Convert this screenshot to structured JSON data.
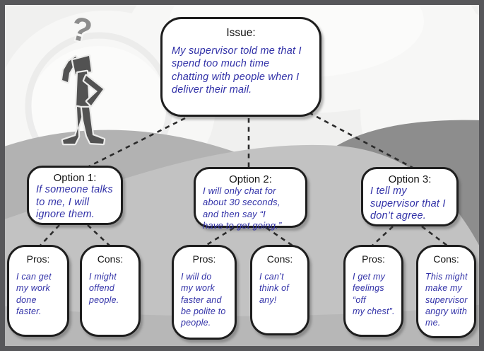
{
  "diagram": {
    "question_mark": "?",
    "issue": {
      "title": "Issue:",
      "text": "My supervisor told me that I\nspend too much time\nchatting with people when I\ndeliver their mail."
    },
    "options": [
      {
        "title": "Option 1:",
        "text": "If someone talks\nto me, I will\nignore them.",
        "pros": {
          "title": "Pros:",
          "text": "I can get\nmy work\ndone faster."
        },
        "cons": {
          "title": "Cons:",
          "text": "I might\noffend\npeople."
        }
      },
      {
        "title": "Option 2:",
        "text": "I will only chat for\nabout 30 seconds,\nand then say “I\nhave to get going.”",
        "pros": {
          "title": "Pros:",
          "text": "I will do\nmy work\nfaster and\nbe polite to\npeople."
        },
        "cons": {
          "title": "Cons:",
          "text": "I can’t\nthink of\nany!"
        }
      },
      {
        "title": "Option 3:",
        "text": "I tell my\nsupervisor that I\ndon’t agree.",
        "pros": {
          "title": "Pros:",
          "text": "I get my\nfeelings “off\nmy chest”."
        },
        "cons": {
          "title": "Cons:",
          "text": "This might\nmake my\nsupervisor\nangry with\nme."
        }
      }
    ]
  },
  "colors": {
    "ink_blue": "#3232a8",
    "heading_black": "#141414",
    "box_border": "#1e1e1e",
    "frame_gray": "#57575a",
    "sky": "#f0f0ef",
    "hill_mid": "#b2b2b2",
    "hill_dark": "#8d8d8d",
    "hill_light": "#c2c2c2",
    "figure_gray": "#525252",
    "question_mark_gray": "#8c8c8c"
  }
}
